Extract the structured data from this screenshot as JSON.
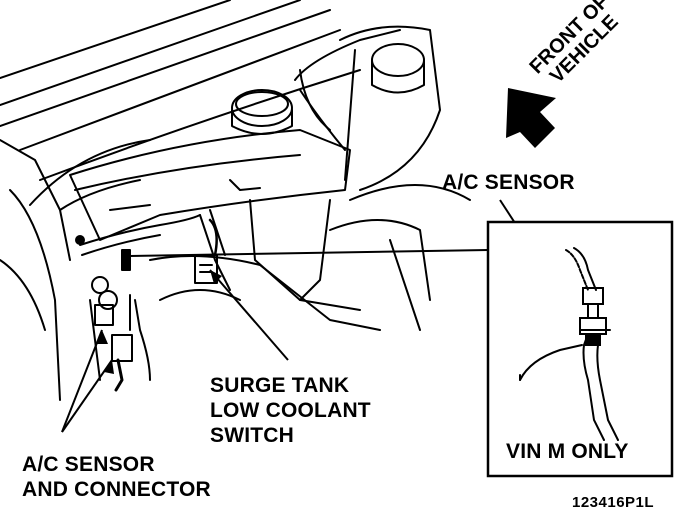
{
  "labels": {
    "front_of_vehicle_line1": "FRONT OF",
    "front_of_vehicle_line2": "VEHICLE",
    "ac_sensor_inset": "A/C SENSOR",
    "surge_tank_line1": "SURGE TANK",
    "surge_tank_line2": "LOW COOLANT",
    "surge_tank_line3": "SWITCH",
    "ac_sensor_connector_line1": "A/C SENSOR",
    "ac_sensor_connector_line2": "AND CONNECTOR",
    "inset_caption": "VIN M ONLY",
    "figure_code": "123416P1L"
  },
  "icons": {
    "direction_arrow": "arrow-down-left-icon"
  }
}
